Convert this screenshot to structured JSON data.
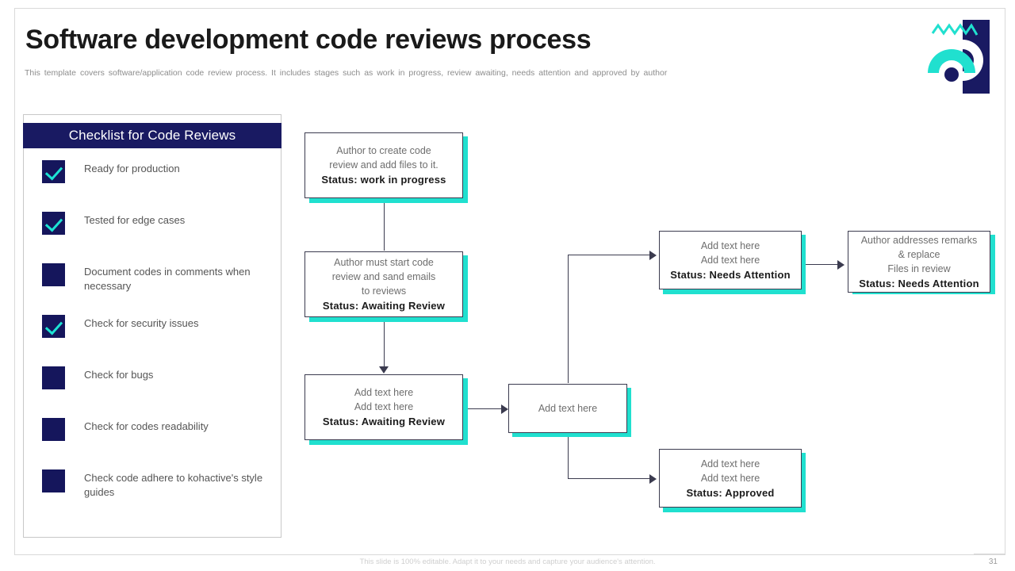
{
  "header": {
    "title": "Software development code reviews process",
    "subtitle": "This template covers software/application  code review  process. It includes stages  such as work in progress, review awaiting,  needs attention  and approved by author",
    "logo_icon": "kohactive-arc-logo"
  },
  "colors": {
    "navy": "#15165c",
    "cyan": "#20e0cf",
    "box_border": "#3b3b4f",
    "body_text": "#6e6e6e",
    "status_text": "#1b1b1b"
  },
  "checklist": {
    "header": "Checklist for Code Reviews",
    "items": [
      {
        "label": "Ready for production",
        "checked": true
      },
      {
        "label": "Tested for edge cases",
        "checked": true
      },
      {
        "label": "Document codes in comments when necessary",
        "checked": false
      },
      {
        "label": "Check for security issues",
        "checked": true
      },
      {
        "label": "Check for bugs",
        "checked": false
      },
      {
        "label": "Check for codes readability",
        "checked": false
      },
      {
        "label": "Check code adhere to kohactive's style guides",
        "checked": false
      }
    ]
  },
  "flow": {
    "boxes": [
      {
        "id": "author-create",
        "lines": [
          "Author to create code",
          "review and add files to it."
        ],
        "status": "Status: work in progress"
      },
      {
        "id": "author-start",
        "lines": [
          "Author must start code",
          "review and sand emails",
          "to reviews"
        ],
        "status": "Status:  Awaiting Review"
      },
      {
        "id": "awaiting-review",
        "lines": [
          "Add text here",
          "Add text here"
        ],
        "status": "Status:  Awaiting Review"
      },
      {
        "id": "hub",
        "lines": [
          "Add text here"
        ],
        "status": ""
      },
      {
        "id": "needs-attention",
        "lines": [
          "Add text here",
          "Add text here"
        ],
        "status": "Status:  Needs Attention"
      },
      {
        "id": "author-addresses",
        "lines": [
          "Author addresses remarks",
          "& replace",
          "Files in review"
        ],
        "status": "Status:  Needs Attention"
      },
      {
        "id": "approved",
        "lines": [
          "Add text here",
          "Add text here"
        ],
        "status": "Status:  Approved"
      }
    ]
  },
  "footer": {
    "note": "This slide is 100% editable. Adapt it to your needs and capture your audience's attention.",
    "page_number": "31"
  }
}
